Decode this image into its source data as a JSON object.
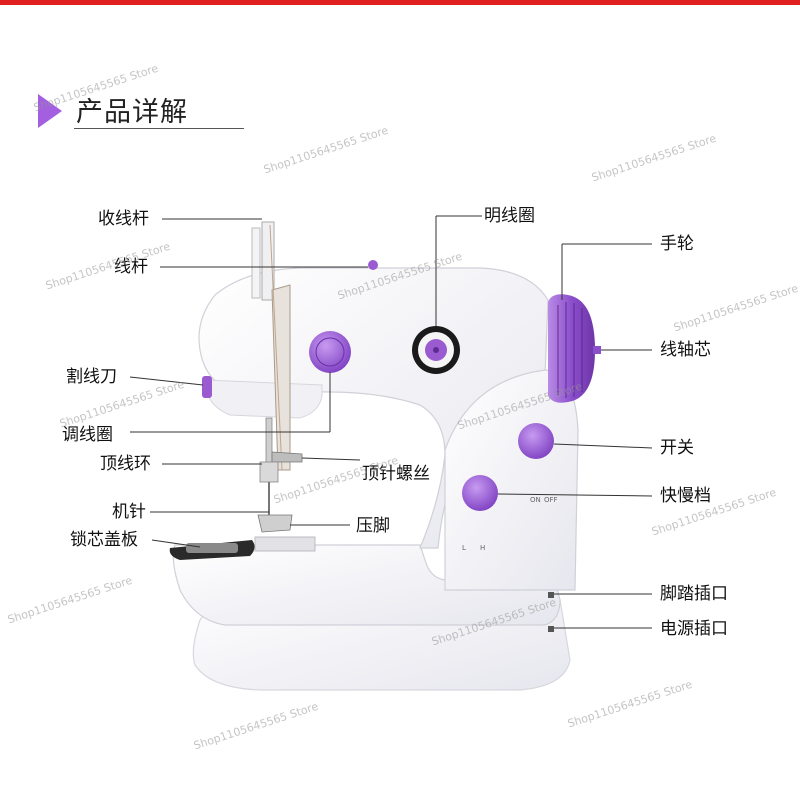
{
  "header": {
    "title": "产品详解"
  },
  "labels": {
    "take_up_lever": "收线杆",
    "thread_rod": "线杆",
    "thread_cutter": "割线刀",
    "tension_dial": "调线圈",
    "top_thread_ring": "顶线环",
    "needle": "机针",
    "bobbin_cover": "锁芯盖板",
    "bobbin_winder": "明线圈",
    "needle_screw": "顶针螺丝",
    "presser_foot": "压脚",
    "handwheel": "手轮",
    "spool_pin": "线轴芯",
    "power_switch": "开关",
    "speed_switch": "快慢档",
    "foot_pedal_jack": "脚踏插口",
    "power_jack": "电源插口"
  },
  "panel_marks": {
    "on": "ON",
    "off": "OFF",
    "low": "L",
    "high": "H"
  },
  "watermark": "Shop1105645565 Store",
  "colors": {
    "accent": "#a45ee0",
    "purple_part": "#9b5bd0",
    "top_bar": "#e02020"
  }
}
